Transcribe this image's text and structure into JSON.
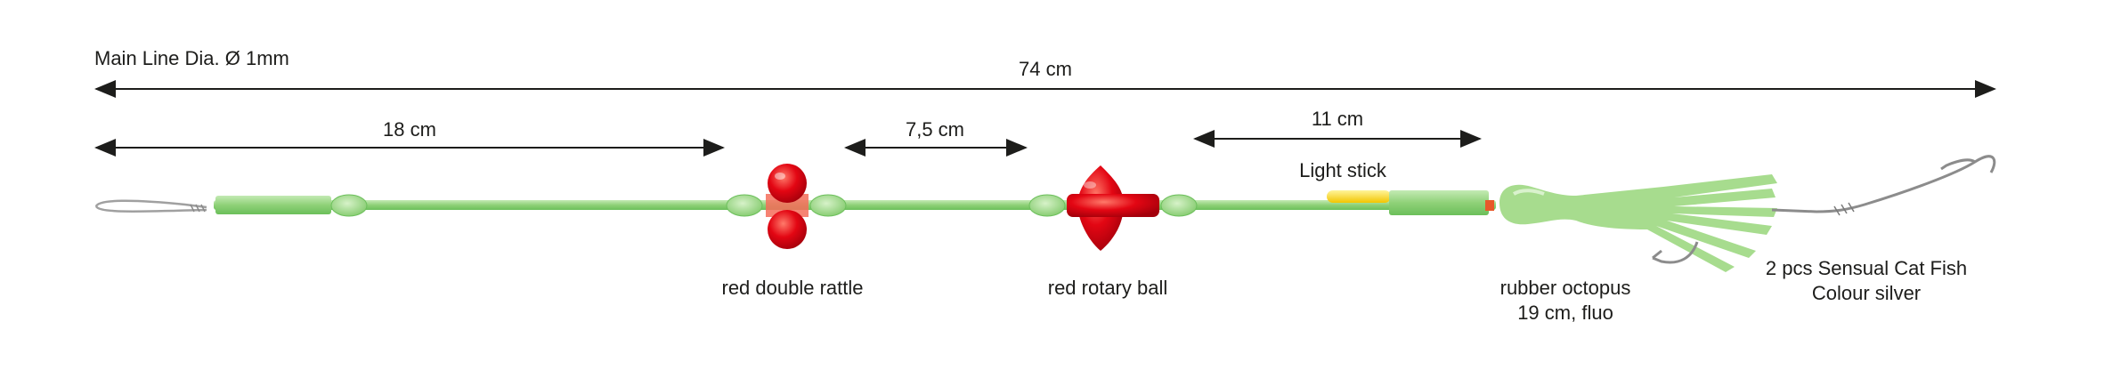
{
  "main_line": {
    "label": "Main Line Dia. Ø 1mm"
  },
  "dimensions": {
    "total": "74 cm",
    "first": "18 cm",
    "second": "7,5 cm",
    "third": "11 cm"
  },
  "components": {
    "rattle": "red double rattle",
    "rotary_ball": "red rotary ball",
    "light_stick": "Light stick",
    "octopus_line1": "rubber octopus",
    "octopus_line2": "19 cm, fluo",
    "hook_line1": "2 pcs Sensual Cat Fish",
    "hook_line2": "Colour silver"
  },
  "colors": {
    "line_green": "#9fd88a",
    "line_green_dark": "#6bbf5a",
    "red": "#e30613",
    "yellow": "#ffe03a",
    "hook_silver": "#9a9a9a",
    "text": "#1d1d1b"
  }
}
